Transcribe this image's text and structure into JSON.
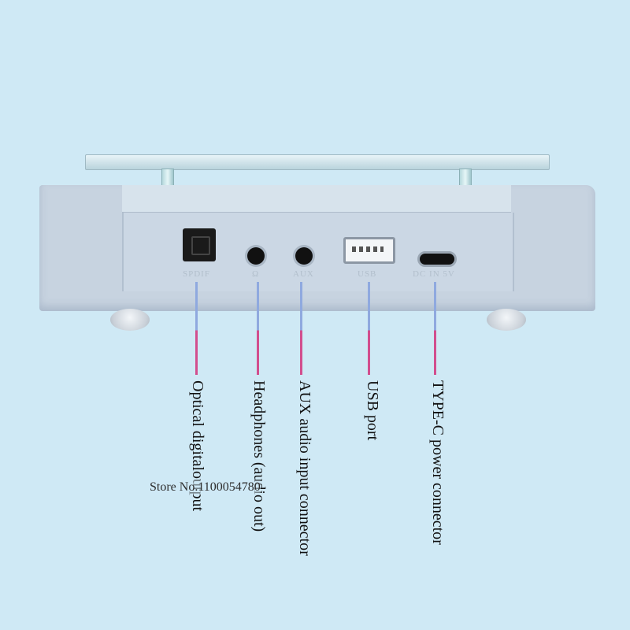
{
  "device": {
    "port_labels": {
      "spdif": "SPDIF",
      "headphones": "Ω",
      "aux": "AUX",
      "usb": "USB",
      "typec": "DC IN 5V"
    }
  },
  "callouts": [
    {
      "id": "spdif",
      "text": "Optical digitaloutput"
    },
    {
      "id": "headphones",
      "text": "Headphones (audio out)"
    },
    {
      "id": "aux",
      "text": "AUX audio input connector"
    },
    {
      "id": "usb",
      "text": "USB port"
    },
    {
      "id": "typec",
      "text": "TYPE-C power connector"
    }
  ],
  "watermark": "Store No.1100054780",
  "colors": {
    "background": "#cfe9f5",
    "housing": "#c7d3e0",
    "leader_top": "#8fa9df",
    "leader_bottom": "#d24e8e"
  }
}
